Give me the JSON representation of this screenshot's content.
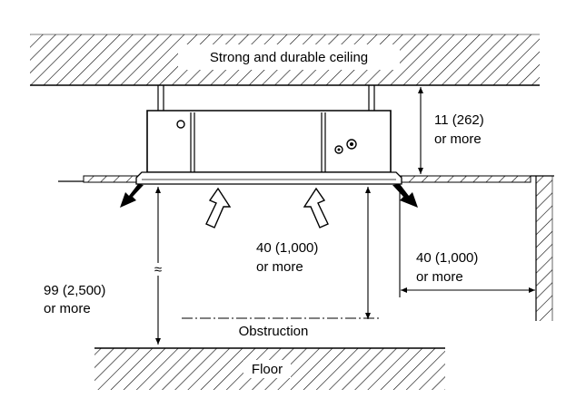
{
  "labels": {
    "ceiling": "Strong and durable ceiling",
    "top_clearance_value": "11 (262)",
    "top_clearance_suffix": "or more",
    "front_clearance_value": "40 (1,000)",
    "front_clearance_suffix": "or more",
    "side_clearance_value": "40 (1,000)",
    "side_clearance_suffix": "or more",
    "floor_clearance_value": "99 (2,500)",
    "floor_clearance_suffix": "or more",
    "obstruction": "Obstruction",
    "floor": "Floor"
  },
  "symbols": {
    "approx": "≈"
  }
}
